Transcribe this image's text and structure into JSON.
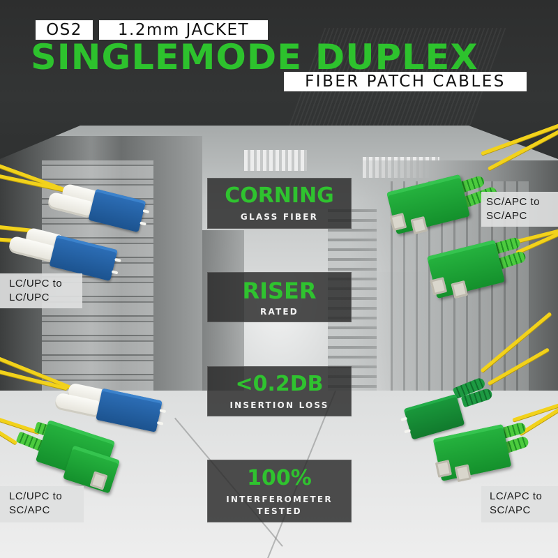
{
  "header": {
    "tag_type": "OS2",
    "tag_jacket": "1.2mm JACKET",
    "headline": "SINGLEMODE DUPLEX",
    "subheadline": "FIBER PATCH CABLES",
    "accent_color": "#2dc22d"
  },
  "features": [
    {
      "title": "CORNING",
      "subtitle": "GLASS FIBER"
    },
    {
      "title": "RISER",
      "subtitle": "RATED"
    },
    {
      "title": "<0.2DB",
      "subtitle": "INSERTION LOSS"
    },
    {
      "title": "100%",
      "subtitle_line1": "INTERFEROMETER",
      "subtitle_line2": "TESTED"
    }
  ],
  "products": {
    "left_top": {
      "line1": "LC/UPC to",
      "line2": "LC/UPC",
      "connector_a": "lc-upc-blue",
      "connector_b": "lc-upc-blue"
    },
    "left_bottom": {
      "line1": "LC/UPC to",
      "line2": "SC/APC",
      "connector_a": "lc-upc-blue",
      "connector_b": "sc-apc-green"
    },
    "right_top": {
      "line1": "SC/APC to",
      "line2": "SC/APC",
      "connector_a": "sc-apc-green",
      "connector_b": "sc-apc-green"
    },
    "right_bottom": {
      "line1": "LC/APC to",
      "line2": "SC/APC",
      "connector_a": "lc-apc-green",
      "connector_b": "sc-apc-green"
    }
  },
  "colors": {
    "lc_upc": "#1f5fa6",
    "sc_apc": "#17a235",
    "cable_jacket": "#f2d21b",
    "feature_box": "#2f2f2f"
  }
}
